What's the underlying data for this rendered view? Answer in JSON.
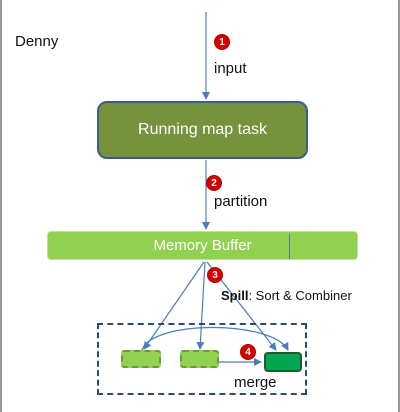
{
  "author": "Denny",
  "steps": [
    {
      "num": "1",
      "label": "input"
    },
    {
      "num": "2",
      "label": "partition"
    },
    {
      "num": "3",
      "label_bold": "Spill",
      "label_rest": ": Sort & Combiner"
    },
    {
      "num": "4",
      "label": "merge"
    }
  ],
  "nodes": {
    "map_task": "Running map task",
    "memory_buffer": "Memory Buffer"
  },
  "colors": {
    "map_task_fill": "#77923c",
    "buffer_fill": "#92d050",
    "spill_fill": "#92d050",
    "merged_fill": "#00a650",
    "arrow": "#4a7ebb",
    "badge": "#d40000"
  }
}
